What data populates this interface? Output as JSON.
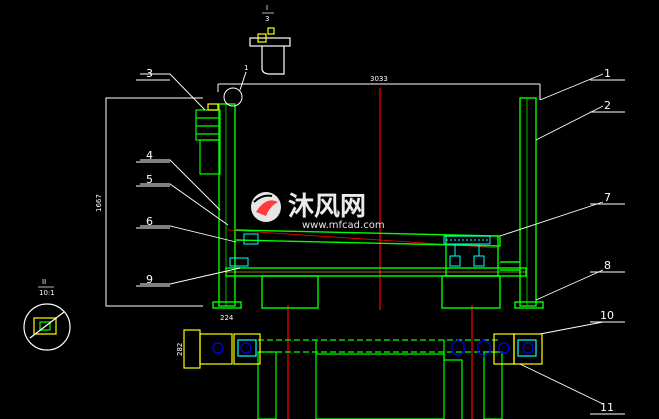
{
  "watermark": {
    "chinese": "沐风网",
    "url": "www.mfcad.com"
  },
  "dimensions": {
    "overall_width": "3033",
    "overall_height": "1667",
    "left_foot": "224",
    "lower_left_height": "282"
  },
  "details": {
    "detail_I_number": "I",
    "detail_I_scale": "3",
    "detail_I_scale_inner": "1",
    "detail_II_number": "II",
    "detail_II_scale": "10:1"
  },
  "callouts": [
    "1",
    "2",
    "3",
    "4",
    "5",
    "6",
    "7",
    "8",
    "9",
    "10",
    "11"
  ],
  "colors": {
    "background": "#000000",
    "structure": "#00ff00",
    "cyan": "#00ffff",
    "centerline": "#ff0000",
    "text": "#ffffff",
    "accent_yellow": "#ffff00",
    "accent_blue": "#0000ff",
    "accent_magenta": "#ff00ff"
  }
}
